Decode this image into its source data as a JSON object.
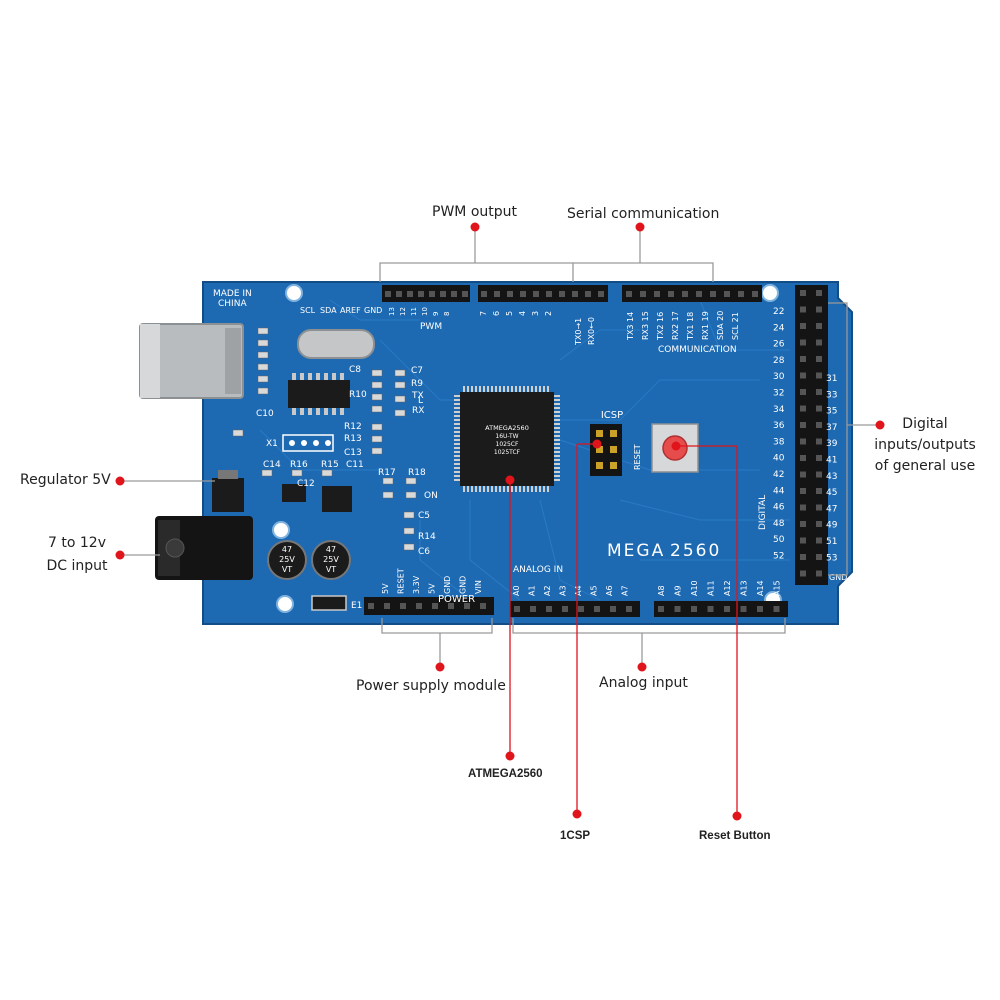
{
  "colors": {
    "pcb": "#1d69b2",
    "pcb_dark": "#134d87",
    "accent_dot": "#e0141b",
    "leader_line": "#9a9a9a",
    "header_black": "#141414",
    "chip": "#1b1b1b",
    "usb_silver": "#b9bcbf"
  },
  "callouts": {
    "pwm_output": "PWM output",
    "serial_communication": "Serial communication",
    "digital_io": [
      "Digital",
      "inputs/outputs",
      "of general use"
    ],
    "regulator": "Regulator 5V",
    "dc_input": [
      "7 to 12v",
      "DC input"
    ],
    "power_supply_module": "Power supply module",
    "analog_input": "Analog input",
    "atmega": "ATMEGA2560",
    "icsp": "1CSP",
    "reset_button": "Reset Button"
  },
  "board": {
    "made_in": [
      "MADE IN",
      "CHINA"
    ],
    "model": "MEGA",
    "model_number": "2560",
    "top_left_labels": [
      "SCL",
      "SDA",
      "AREF",
      "GND"
    ],
    "pwm_pins": [
      "13",
      "12",
      "11",
      "10",
      "9",
      "8"
    ],
    "pwm_pins_right": [
      "7",
      "6",
      "5",
      "4",
      "3",
      "2"
    ],
    "pwm_label": "PWM",
    "serial_pins": [
      "TX0→1",
      "RX0←0"
    ],
    "comm_pins": [
      "TX3 14",
      "RX3 15",
      "TX2 16",
      "RX2 17",
      "TX1 18",
      "RX1 19",
      "SDA 20",
      "SCL 21"
    ],
    "comm_label": "COMMUNICATION",
    "digital_left": [
      "22",
      "24",
      "26",
      "28",
      "30",
      "32",
      "34",
      "36",
      "38",
      "40",
      "42",
      "44",
      "46",
      "48",
      "50",
      "52"
    ],
    "digital_right": [
      "31",
      "33",
      "35",
      "37",
      "39",
      "41",
      "43",
      "45",
      "47",
      "49",
      "51",
      "53"
    ],
    "digital_label": "DIGITAL",
    "gnd_label": "GND",
    "power_label": "POWER",
    "power_pins": [
      "5V",
      "RESET",
      "3.3V",
      "5V",
      "GND",
      "GND",
      "VIN"
    ],
    "analog_label": "ANALOG IN",
    "analog_pins": [
      "A0",
      "A1",
      "A2",
      "A3",
      "A4",
      "A5",
      "A6",
      "A7"
    ],
    "analog_pins_right": [
      "A8",
      "A9",
      "A10",
      "A11",
      "A12",
      "A13",
      "A14",
      "A15"
    ],
    "icsp_label": "ICSP",
    "reset_label": "RESET",
    "chip_text": [
      "ATMEGA2560",
      "16U-TW",
      "1025CF",
      "1025TCF"
    ],
    "led_labels": [
      "L",
      "TX",
      "RX",
      "ON"
    ],
    "components": [
      "C7",
      "R9",
      "R10",
      "C8",
      "C14",
      "R16",
      "R15",
      "C11",
      "R17",
      "R18",
      "C12",
      "R12",
      "R13",
      "C13",
      "C5",
      "R14",
      "C6",
      "X1",
      "E1",
      "C10"
    ],
    "cap_text": [
      "47",
      "25V",
      "VT"
    ]
  }
}
